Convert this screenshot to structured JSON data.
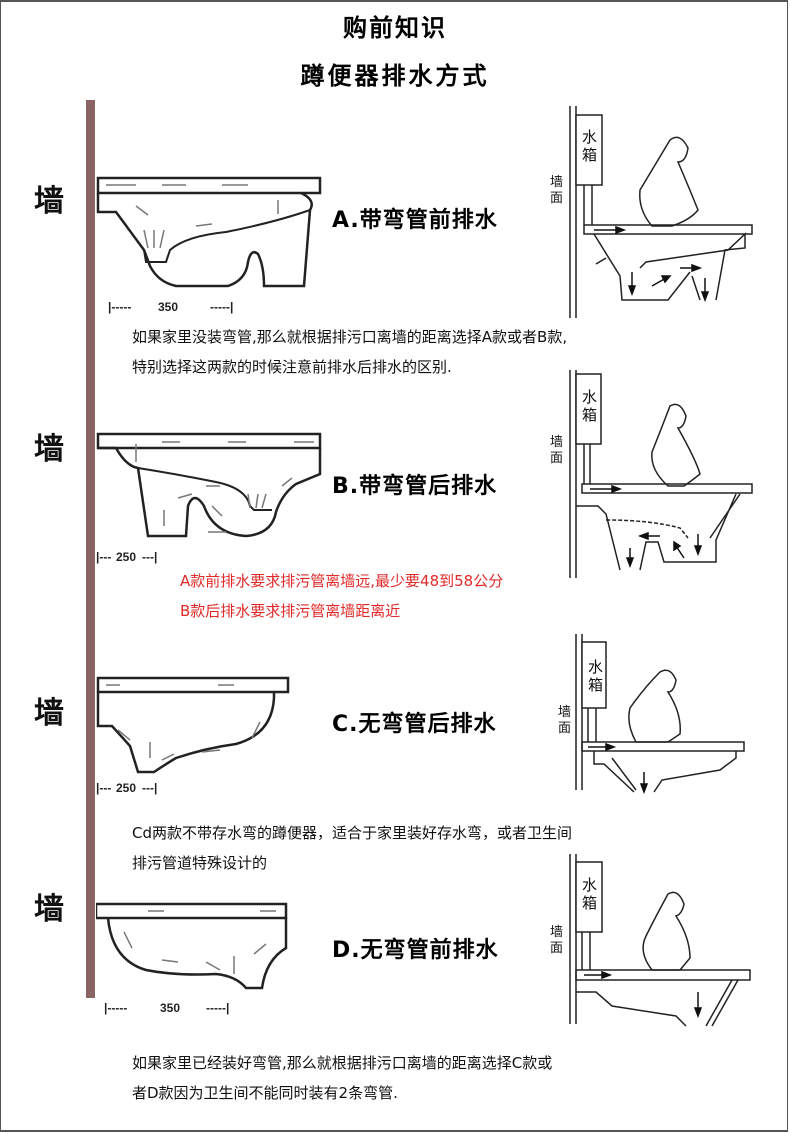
{
  "header": {
    "title": "购前知识",
    "subtitle": "蹲便器排水方式"
  },
  "wall_label": "墙",
  "right_diagram_labels": {
    "tank": [
      "水",
      "箱"
    ],
    "wall_face": [
      "墙",
      "面"
    ]
  },
  "types": [
    {
      "id": "A",
      "label": "A.带弯管前排水",
      "dimension": "350"
    },
    {
      "id": "B",
      "label": "B.带弯管后排水",
      "dimension": "250"
    },
    {
      "id": "C",
      "label": "C.无弯管后排水",
      "dimension": "250"
    },
    {
      "id": "D",
      "label": "D.无弯管前排水",
      "dimension": "350"
    }
  ],
  "notes": {
    "ab_line1": "如果家里没装弯管,那么就根据排污口离墙的距离选择A款或者B款,",
    "ab_line2": "特别选择这两款的时候注意前排水后排水的区别.",
    "red_line1": "A款前排水要求排污管离墙远,最少要48到58公分",
    "red_line2": "B款后排水要求排污管离墙距离近",
    "cd_line1": "Cd两款不带存水弯的蹲便器，适合于家里装好存水弯，或者卫生间",
    "cd_line2": "排污管道特殊设计的",
    "d_line1": "如果家里已经装好弯管,那么就根据排污口离墙的距离选择C款或",
    "d_line2": "者D款因为卫生间不能同时装有2条弯管."
  },
  "colors": {
    "wall_bar": "#8a6464",
    "warning_text": "#e02a2a",
    "text": "#111111"
  }
}
